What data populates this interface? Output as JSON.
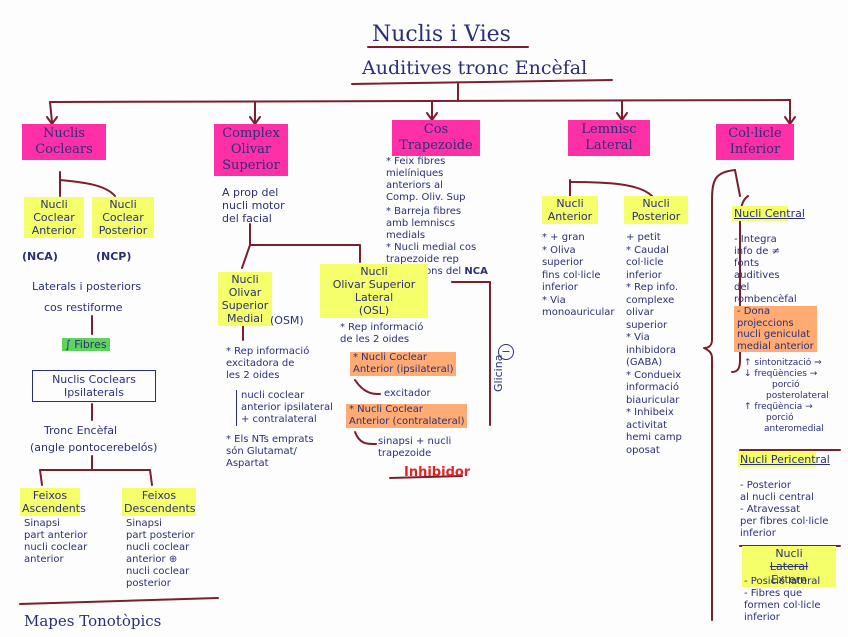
{
  "title": {
    "line1": "Nuclis i Vies",
    "line2": "Auditives tronc Encèfal"
  },
  "nuclis_coclears": {
    "header": [
      "Nuclis",
      "Coclears"
    ],
    "nca": {
      "label": [
        "Nucli",
        "Coclear",
        "Anterior"
      ],
      "abbr": "(NCA)"
    },
    "ncp": {
      "label": [
        "Nucli",
        "Coclear",
        "Posterior"
      ],
      "abbr": "(NCP)"
    },
    "lateral_text": [
      "Laterals i posteriors",
      "cos restiforme"
    ],
    "fibres": "Fibres",
    "box": [
      "Nuclis Coclears",
      "Ipsilaterals"
    ],
    "tronc": [
      "Tronc Encèfal",
      "(angle pontocerebelós)"
    ],
    "ascendents": {
      "label": [
        "Feixos",
        "Ascendents"
      ],
      "text": [
        "Sinapsi",
        "part anterior",
        "nucli coclear",
        "anterior"
      ]
    },
    "descendents": {
      "label": [
        "Feixos",
        "Descendents"
      ],
      "text": [
        "Sinapsi",
        "part posterior",
        "nucli coclear",
        "anterior ⊕",
        "nucli coclear",
        "posterior"
      ]
    },
    "bottom": "Mapes Tonotòpics"
  },
  "complex_olivar": {
    "header": [
      "Complex",
      "Olivar",
      "Superior"
    ],
    "desc": [
      "A prop del",
      "nucli motor",
      "del facial"
    ],
    "osm": {
      "label": [
        "Nucli",
        "Olivar",
        "Superior",
        "Medial"
      ],
      "abbr": "(OSM)",
      "bullet1": [
        "* Rep informació",
        "excitadora de",
        "les 2 oides"
      ],
      "bracket": [
        "nucli coclear",
        "anterior ipsilateral",
        "+ contralateral"
      ],
      "bullet2": [
        "* Els NTs emprats",
        "són Glutamat/",
        "Aspartat"
      ]
    }
  },
  "cos_trapezoide": {
    "header": [
      "Cos",
      "Trapezoide"
    ],
    "b1": [
      "* Feix fibres",
      "mielíniques",
      "anteriors al",
      "Comp. Oliv. Sup"
    ],
    "b2": [
      "* Barreja fibres",
      "amb lemniscs",
      "medials"
    ],
    "b3": [
      "* Nucli medial cos",
      "trapezoide rep"
    ],
    "b3_end": "projeccions del",
    "nca": "NCA"
  },
  "osl": {
    "label": [
      "Nucli",
      "Olivar Superior",
      "Lateral"
    ],
    "abbr": "(OSL)",
    "rep": [
      "* Rep informació",
      "de les 2 oides"
    ],
    "ipsi": [
      "* Nucli Coclear",
      "Anterior (ipsilateral)"
    ],
    "excitador": "excitador",
    "contra": [
      "* Nucli Coclear",
      "Anterior (contralateral)"
    ],
    "sinapsi": [
      "sinapsi + nucli",
      "trapezoide"
    ],
    "inhibidor": "Inhibidor",
    "glicina": "Glicina",
    "minus": "−"
  },
  "lemnisc_lateral": {
    "header": [
      "Lemnisc",
      "Lateral"
    ],
    "anterior": {
      "label": [
        "Nucli",
        "Anterior"
      ],
      "items": [
        "* + gran",
        "* Oliva",
        "superior",
        "fins col·licle",
        "inferior",
        "* Via",
        "monoauricular"
      ]
    },
    "posterior": {
      "label": [
        "Nucli",
        "Posterior"
      ],
      "items": [
        "+ petit",
        "* Caudal",
        "col·licle",
        "inferior",
        "* Rep info.",
        "complexe",
        "olivar",
        "superior",
        "* Via",
        "inhibidora",
        "(GABA)",
        "* Condueix",
        "informació",
        "biauricular",
        "* Inhibeix",
        "activitat",
        "hemi camp",
        "oposat"
      ]
    }
  },
  "colicle_inferior": {
    "header": [
      "Col·licle",
      "Inferior"
    ],
    "central": {
      "label": "Nucli Central",
      "items": [
        "- Integra",
        "info de ≠",
        "fonts",
        "auditives",
        "del",
        "rombencèfal"
      ],
      "orange": [
        "- Dona",
        "projeccions",
        "nucli geniculat",
        "medial anterior"
      ],
      "sub": [
        "↑ sintonització ⇒",
        "↓ freqüències →",
        "porció",
        "posterolateral",
        "↑ freqüència →",
        "porció",
        "anteromedial"
      ]
    },
    "pericentral": {
      "label": "Nucli Pericentral",
      "items": [
        "- Posterior",
        "al nucli central",
        "- Atravessat",
        "per fibres col·licle",
        "inferior"
      ]
    },
    "extern": {
      "label": "Nucli",
      "strike": "Lateral",
      "repl": "Extern",
      "items": [
        "- Posició lateral",
        "- Fibres que",
        "formen col·licle",
        "inferior"
      ]
    }
  },
  "colors": {
    "ink": "#2a2f78",
    "link": "#7a1f2e",
    "pink": "#ff2fa8",
    "yellow": "#f4ff6a",
    "green": "#5fd35f",
    "orange": "#ffab73",
    "red": "#e02424"
  }
}
